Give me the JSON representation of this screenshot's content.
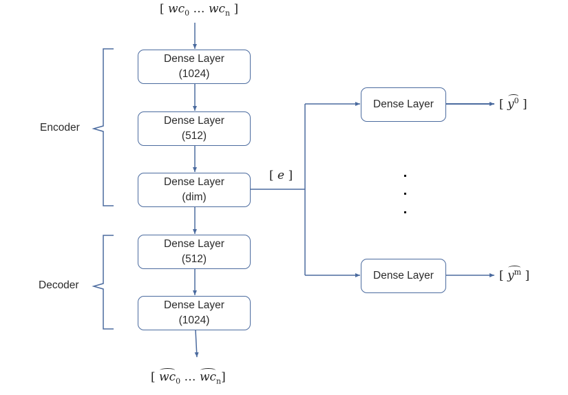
{
  "diagram": {
    "input": {
      "prefix": "[ ",
      "a": "wc",
      "a_sub": "0",
      "ellipsis": " … ",
      "b": "wc",
      "b_sub": "n",
      "suffix": " ]"
    },
    "output": {
      "prefix": "[ ",
      "a": "wc",
      "a_sub": "0",
      "ellipsis": " … ",
      "b": "wc",
      "b_sub": "n",
      "suffix": "]"
    },
    "encoder_label": "Encoder",
    "decoder_label": "Decoder",
    "embedding_label": {
      "prefix": "[ ",
      "var": "e",
      "suffix": " ]"
    },
    "layers": [
      {
        "title": "Dense Layer",
        "size": "(1024)"
      },
      {
        "title": "Dense Layer",
        "size": "(512)"
      },
      {
        "title": "Dense Layer",
        "size": "(dim)"
      },
      {
        "title": "Dense Layer",
        "size": "(512)"
      },
      {
        "title": "Dense Layer",
        "size": "(1024)"
      }
    ],
    "heads": [
      {
        "title": "Dense Layer",
        "output_prefix": "[ ",
        "output_var": "y",
        "output_sup": "0",
        "output_suffix": " ]"
      },
      {
        "title": "Dense Layer",
        "output_prefix": "[ ",
        "output_var": "y",
        "output_sup": "m",
        "output_suffix": " ]"
      }
    ],
    "colors": {
      "line": "#4a6a9e",
      "text": "#2a2a2a"
    }
  }
}
